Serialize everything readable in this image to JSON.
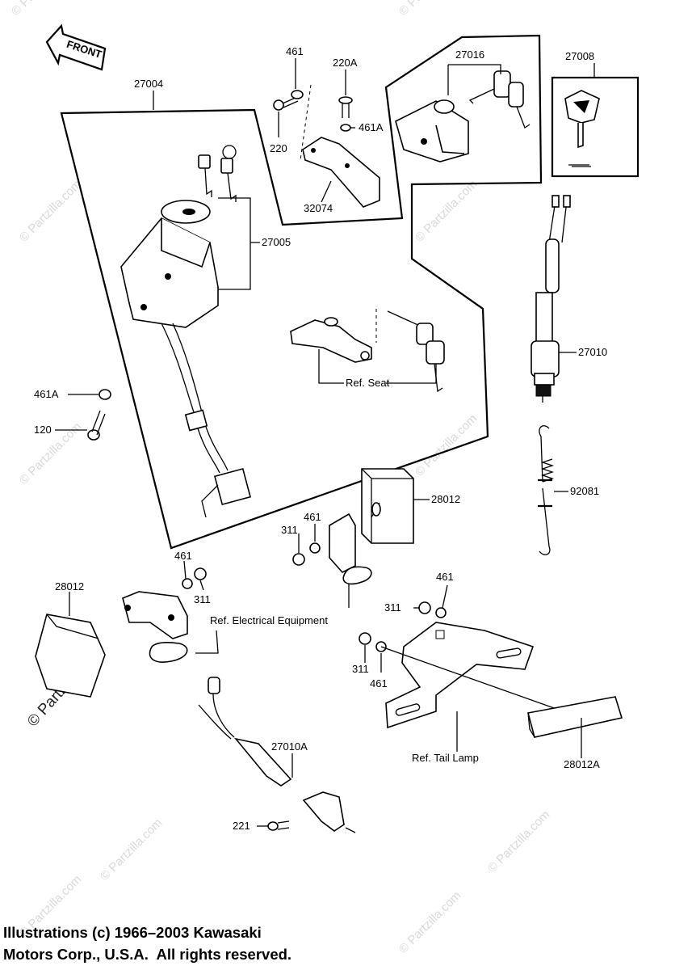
{
  "diagram": {
    "front_label": "FRONT",
    "part_labels": {
      "p27004": "27004",
      "p461_top": "461",
      "p220A": "220A",
      "p27016": "27016",
      "p27008": "27008",
      "p220": "220",
      "p461A_top": "461A",
      "p32074": "32074",
      "p27005": "27005",
      "ref_seat": "Ref. Seat",
      "p27010": "27010",
      "p461A_left": "461A",
      "p120": "120",
      "p92081": "92081",
      "p28012_right": "28012",
      "p461_mid": "461",
      "p311_mid": "311",
      "p28012_left": "28012",
      "p461_left": "461",
      "p311_left": "311",
      "ref_electrical": "Ref. Electrical Equipment",
      "p461_tail_top": "461",
      "p311_tail_top": "311",
      "p311_tail_bottom": "311",
      "p461_tail_bottom": "461",
      "ref_tail_lamp": "Ref. Tail Lamp",
      "p28012A": "28012A",
      "p27010A": "27010A",
      "p221": "221"
    },
    "watermark": "© Partzilla.com"
  },
  "copyright": {
    "line1": "Illustrations (c) 1966–2003 Kawasaki",
    "line2": "Motors Corp., U.S.A.  All rights reserved."
  }
}
